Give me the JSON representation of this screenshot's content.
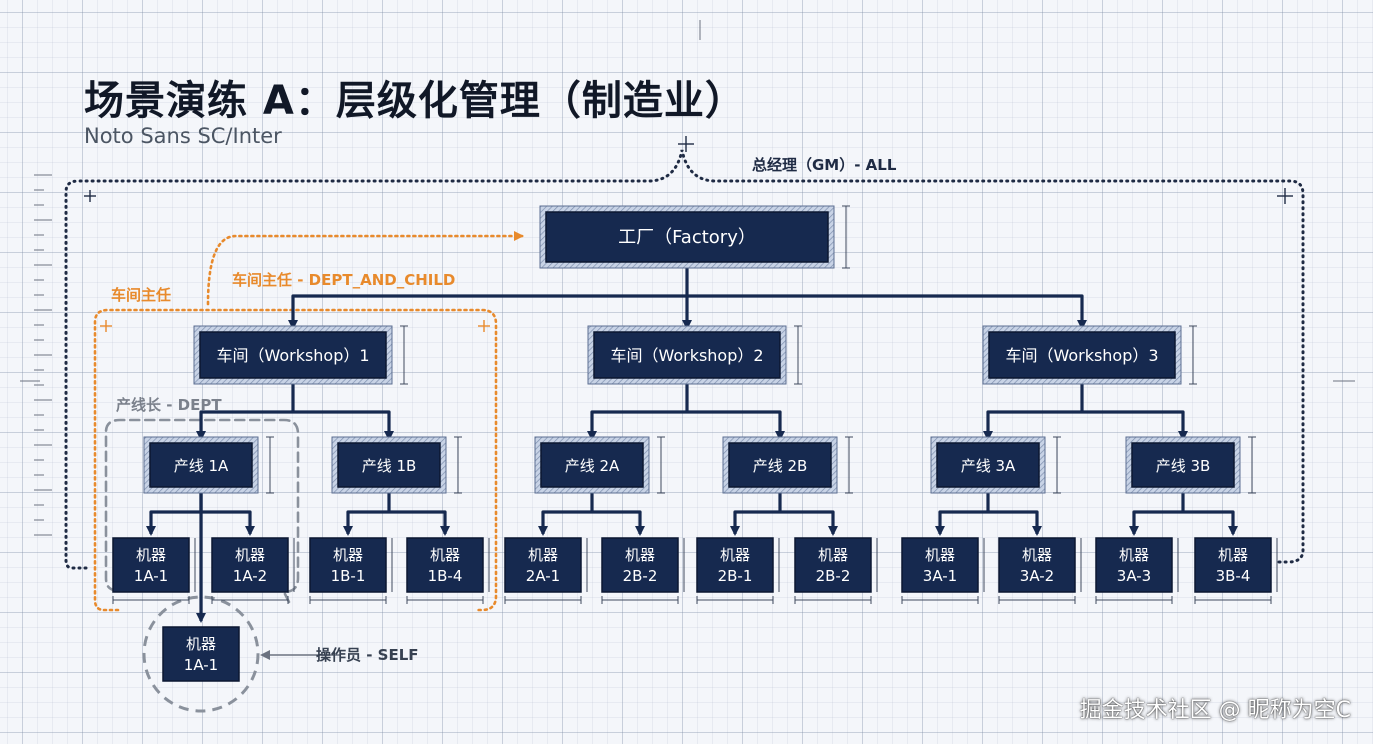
{
  "title": "场景演练 A：层级化管理（制造业）",
  "subtitle": "Noto Sans SC/Inter",
  "watermark": "掘金技术社区 @ 昵称为空C",
  "colors": {
    "node_fill": "#16294f",
    "node_text": "#ffffff",
    "line": "#16294f",
    "gm": "#1f2b44",
    "workshop_head": "#e88a2c",
    "line_leader": "#8a919c",
    "operator": "#8a919c"
  },
  "nodes": {
    "factory": "工厂（Factory）",
    "w1": "车间（Workshop）1",
    "w2": "车间（Workshop）2",
    "w3": "车间（Workshop）3",
    "l1a": "产线 1A",
    "l1b": "产线 1B",
    "l2a": "产线 2A",
    "l2b": "产线 2B",
    "l3a": "产线 3A",
    "l3b": "产线 3B",
    "m1a1": [
      "机器",
      "1A-1"
    ],
    "m1a2": [
      "机器",
      "1A-2"
    ],
    "m1b1": [
      "机器",
      "1B-1"
    ],
    "m1b4": [
      "机器",
      "1B-4"
    ],
    "m2a1": [
      "机器",
      "2A-1"
    ],
    "m2b2": [
      "机器",
      "2B-2"
    ],
    "m2b1": [
      "机器",
      "2B-1"
    ],
    "m2b2b": [
      "机器",
      "2B-2"
    ],
    "m3a1": [
      "机器",
      "3A-1"
    ],
    "m3a2": [
      "机器",
      "3A-2"
    ],
    "m3a3": [
      "机器",
      "3A-3"
    ],
    "m3b4": [
      "机器",
      "3B-4"
    ],
    "op": [
      "机器",
      "1A-1"
    ]
  },
  "scopes": {
    "gm": "总经理（GM）- ALL",
    "workshop_head_role": "车间主任",
    "workshop_head_scope": "车间主任 - DEPT_AND_CHILD",
    "line_leader": "产线长 - DEPT",
    "operator": "操作员 - SELF"
  }
}
